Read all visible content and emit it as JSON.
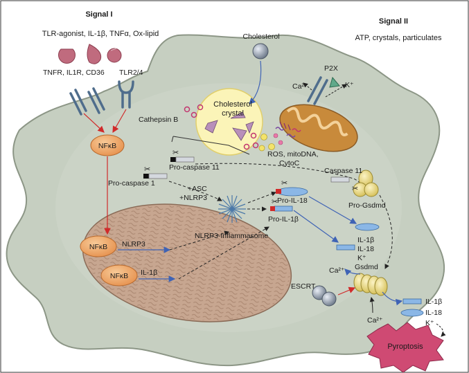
{
  "signal1": {
    "title": "Signal I",
    "stimuli": "TLR-agonist, IL-1β, TNFα, Ox-lipid",
    "receptors_a": "TNFR, IL1R, CD36",
    "receptors_b": "TLR2/4"
  },
  "signal2": {
    "title": "Signal II",
    "stimuli": "ATP, crystals, particulates"
  },
  "labels": {
    "cholesterol": "Cholesterol",
    "cholesterol_crystal_1": "Cholesterol",
    "cholesterol_crystal_2": "crystal",
    "p2x": "P2X",
    "k_channel": "K⁺",
    "ca_channel": "Ca²⁺",
    "cathepsin_b": "Cathepsin B",
    "nfkb_cytoplasm": "NFκB",
    "nfkb_nrlp3": "NFκB",
    "nfkb_il1b": "NFκB",
    "nlrp3_gene": "NLRP3",
    "il1b_gene": "IL-1β",
    "ros": "ROS, mitoDNA,",
    "cytoc": "CytoC",
    "pro_caspase_11": "Pro-caspase 11",
    "pro_caspase_1": "Pro-caspase 1",
    "asc": "+ASC",
    "nlrp3_plus": "+NLRP3",
    "caspase_11": "Caspase 11",
    "pro_il18": "Pro-IL-18",
    "pro_gsdmd": "Pro-Gsdmd",
    "pro_il1b": "Pro-IL-1β",
    "inflammasome": "NLRP3-Inflammasome",
    "il1b_in": "IL-1β",
    "il18_in": "IL-18",
    "k_in": "K⁺",
    "gsdmd": "Gsdmd",
    "ca_pore": "Ca²⁺",
    "escrt": "ESCRT",
    "il1b_out": "IL-1β",
    "il18_out": "IL-18",
    "k_out": "K⁺",
    "ca_out": "Ca²⁺",
    "pyroptosis": "Pyroptosis"
  },
  "colors": {
    "cell": "#c6cfc1",
    "nucleus": "#c7a690",
    "nfkb": "#ec9f5f",
    "crystal_zone": "#fbf4b8",
    "crystal": "#b88fba",
    "mito": "#c88a3b",
    "pyroptosis": "#cf4a73",
    "red_arrow": "#d12a2a",
    "blue_arrow": "#3f63b5"
  }
}
